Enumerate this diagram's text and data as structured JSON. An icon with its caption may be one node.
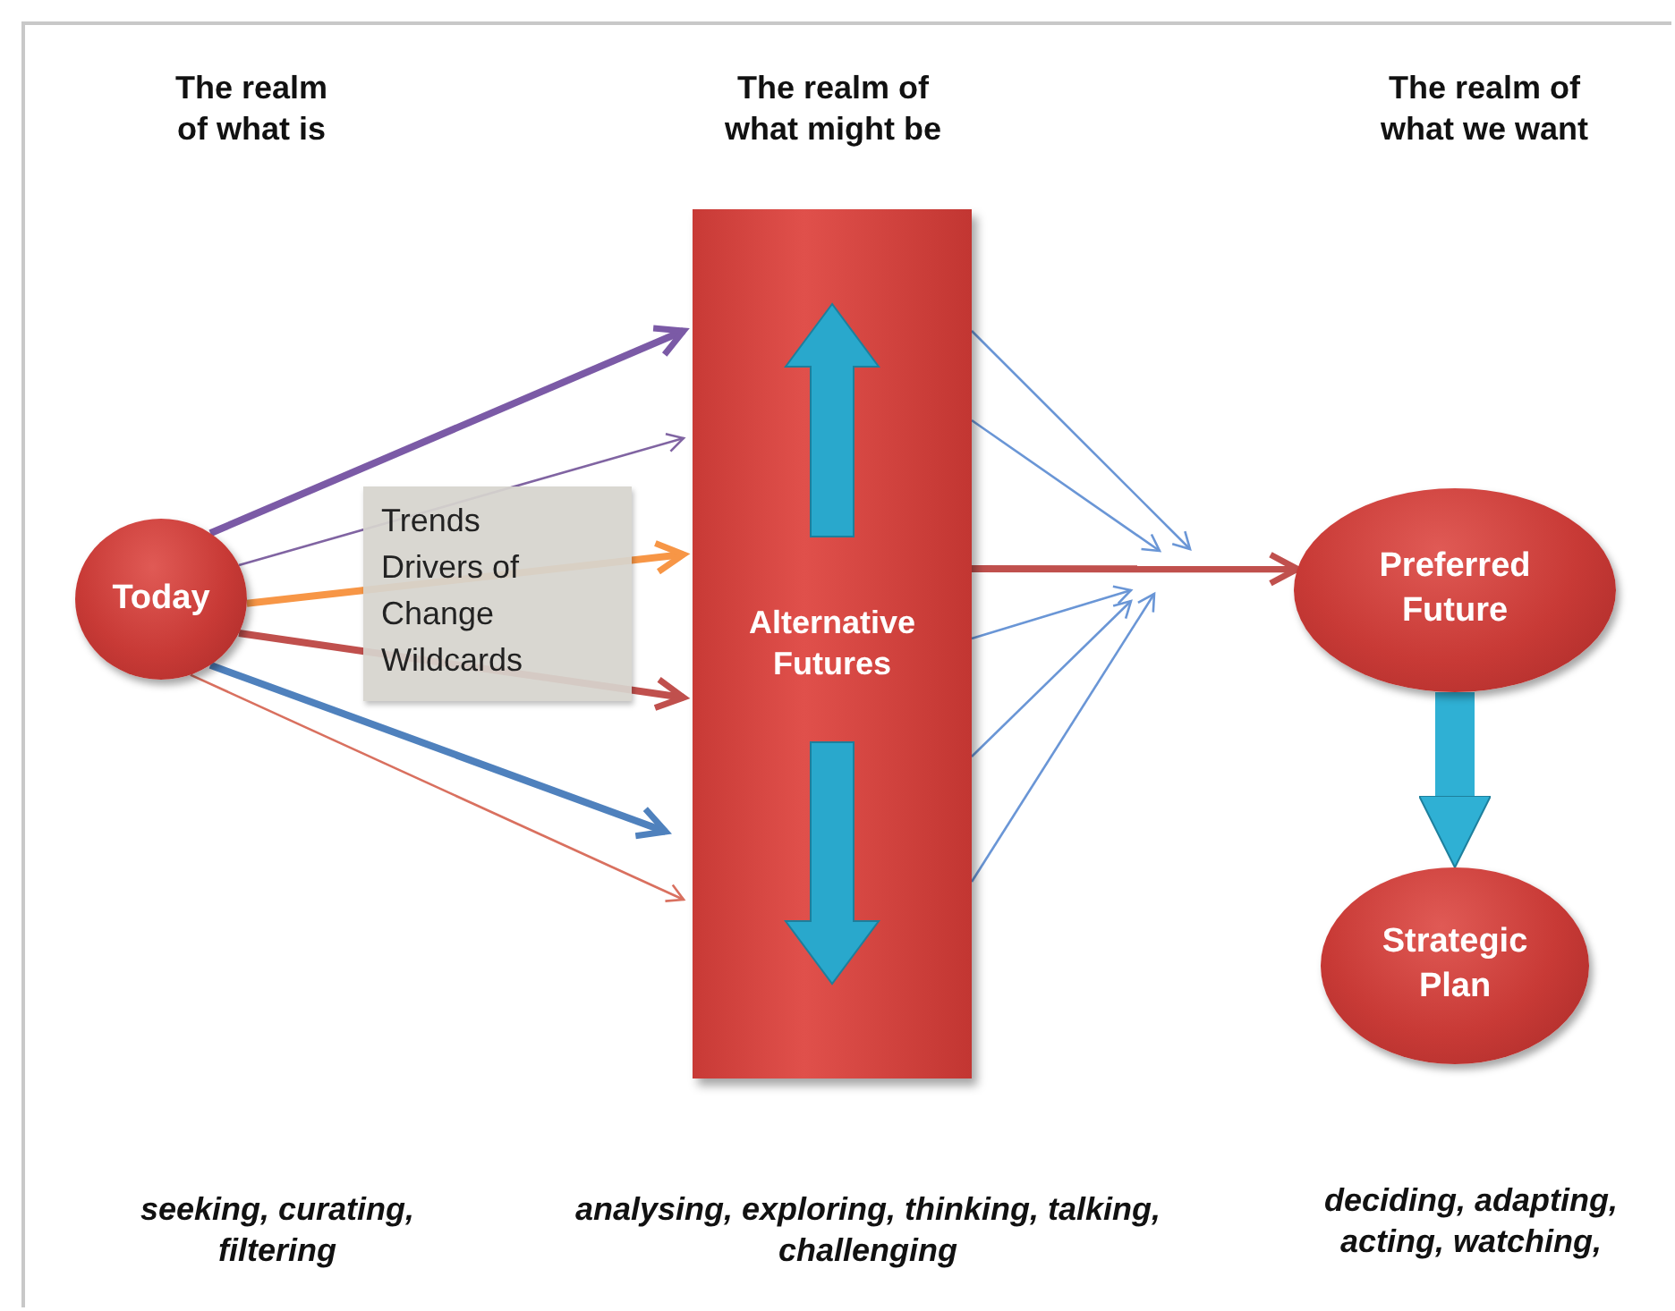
{
  "diagram": {
    "nodes": [
      {
        "text": [
          "Today"
        ]
      },
      {
        "text": [
          "Alternative Futures"
        ]
      },
      {
        "text": [
          "Preferred Future"
        ]
      },
      {
        "text": [
          "Strategic Plan"
        ]
      }
    ],
    "edges": [
      {
        "from": 0,
        "to": 1,
        "arrow": "to",
        "style": "thick",
        "color": "#7b5aa6"
      },
      {
        "from": 0,
        "to": 1,
        "arrow": "to",
        "color": "#8064a2"
      },
      {
        "from": 0,
        "to": 1,
        "arrow": "to",
        "style": "thick",
        "color": "#f79646"
      },
      {
        "from": 0,
        "to": 1,
        "arrow": "to",
        "style": "thick",
        "color": "#c0504d"
      },
      {
        "from": 0,
        "to": 1,
        "arrow": "to",
        "style": "thick",
        "color": "#4f81bd"
      },
      {
        "from": 0,
        "to": 1,
        "arrow": "to",
        "color": "#d9705f"
      },
      {
        "from": 1,
        "to": null,
        "arrow": "to",
        "color": "#6a96d6"
      },
      {
        "from": 1,
        "to": null,
        "arrow": "to",
        "color": "#6a96d6"
      },
      {
        "from": 1,
        "to": null,
        "arrow": "to",
        "color": "#6a96d6"
      },
      {
        "from": 1,
        "to": null,
        "arrow": "to",
        "color": "#6a96d6"
      },
      {
        "from": 1,
        "to": null,
        "arrow": "to",
        "color": "#6a96d6"
      },
      {
        "from": 1,
        "to": 2,
        "arrow": "to",
        "style": "thick",
        "color": "#c0504d"
      },
      {
        "from": 2,
        "to": 3,
        "arrow": "to",
        "style": "thick",
        "color": "#2fb0d4"
      }
    ],
    "labels": [
      "The realm of what is",
      "The realm of what might be",
      "The realm of what we want",
      "Trends Drivers of Change Wildcards",
      "seeking, curating, filtering",
      "analysing, exploring, thinking, talking, challenging",
      "deciding, adapting, acting, watching,"
    ]
  }
}
